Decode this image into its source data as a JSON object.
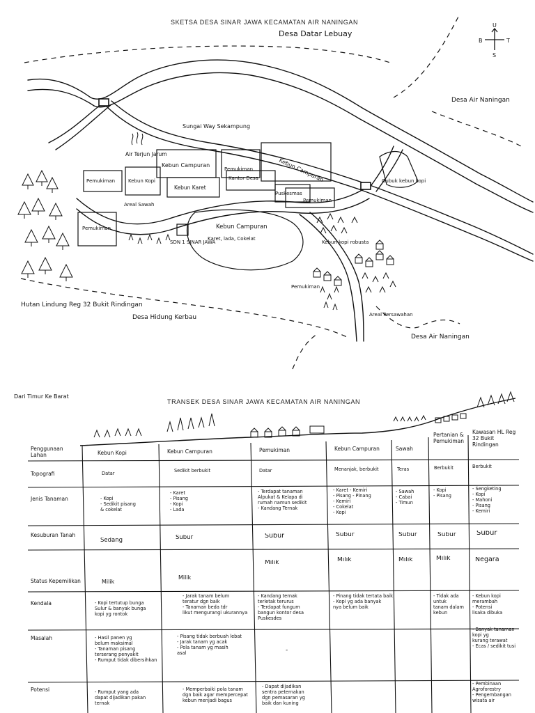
{
  "sketch": {
    "title": "SKETSA DESA SINAR JAWA KECAMATAN AIR NANINGAN",
    "compass": {
      "north": "U",
      "south": "S",
      "west": "B",
      "east": "T"
    },
    "labels": {
      "north_village": "Desa Datar Lebuay",
      "east_village": "Desa Air Naningan",
      "south_east_village": "Desa Air Naningan",
      "south_village": "Desa Hidung Kerbau",
      "river": "Sungai Way Sekampung",
      "waterfall": "Air Terjun Jarum",
      "garden_mixed_1": "Kebun Campuran",
      "garden_mixed_2": "Kebun Campuran",
      "garden_mixed_3": "Kebun Campuran",
      "garden_mixed_3_sub": "Karet, lada, Cokelat",
      "settlement_1": "Pemukiman",
      "settlement_2": "Pemukiman",
      "settlement_3": "Pemukiman",
      "settlement_4": "Pemukiman",
      "settlement_5": "Pemukiman",
      "coffee_garden": "Kebun Kopi",
      "rubber_garden": "Kebun Karet",
      "rice_field": "Areal Sawah",
      "school": "SDN 1 SINAR JAWA",
      "village_office": "Kantor Desa",
      "clinic": "Puskesmas",
      "coffee_shelter": "Gubuk kebun kopi",
      "coffee_robusta": "Kebun kopi robusta",
      "rice_area": "Areal Persawahan",
      "forest": "Hutan Lindung Reg 32 Bukit Rindingan"
    }
  },
  "transect": {
    "direction": "Dari Timur Ke Barat",
    "title": "TRANSEK DESA SINAR JAWA KECAMATAN AIR NANINGAN",
    "columns": [
      "Penggunaan Lahan",
      "Kebun Kopi",
      "Kebun Campuran",
      "Pemukiman",
      "Kebun Campuran",
      "Sawah",
      "Pertanian & Pemukiman",
      "Kawasan HL Reg 32 Bukit Rindingan"
    ],
    "rows": [
      {
        "label": "Topografi",
        "cells": [
          "Datar",
          "Sedikit berbukit",
          "Datar",
          "Menanjak, berbukit",
          "Teras",
          "Berbukit",
          "Berbukit"
        ]
      },
      {
        "label": "Jenis Tanaman",
        "cells": [
          "- Kopi\n- Sedikit pisang\n& cokelat",
          "- Karet\n- Pisang\n- Kopi\n- Lada",
          "- Terdapat tanaman\nAlpukat & Kelapa di\nrumah namun sedikit\n- Kandang Ternak",
          "- Karet  - Kemiri\n- Pisang  - Pinang\n- Kemiri\n- Cokelat\n- Kopi",
          "- Sawah\n- Cabai\n- Timun",
          "- Kopi\n- Pisang",
          "- Sengketing\n- Kopi\n- Mahoni\n- Pisang\n- Kemiri"
        ]
      },
      {
        "label": "Kesuburan Tanah",
        "cells": [
          "Sedang",
          "Subur",
          "Subur",
          "Subur",
          "Subur",
          "Subur",
          "Subur"
        ]
      },
      {
        "label": "Status Kepemilikan",
        "cells": [
          "Milik",
          "Milik",
          "Milik",
          "Milik",
          "Milik",
          "Milik",
          "Negara"
        ]
      },
      {
        "label": "Kendala",
        "cells": [
          "- Kopi tertutup bunga\nSulur & banyak bunga\nkopi yg rontok",
          "- Jarak tanam belum\nteratur dgn baik\n- Tanaman beda tdr\nlikut mengurangi ukurannya",
          "- Kandang ternak\nterletak terurus\n- Terdapat fungum\nbangun kontor desa\nPuskesdes",
          "- Pinang tidak tertata baik\n- Kopi yg ada banyak\nnya belum baik",
          "",
          "- Tidak ada untuk\ntanam dalam\nkebun",
          "- Kebun kopi\nmerambah\n- Potensi\nlisaka dibuka"
        ]
      },
      {
        "label": "Masalah",
        "cells": [
          "- Hasil panen yg\nbelum maksimal\n- Tanaman pisang\nterserang penyakit\n- Rumput tidak dibersihkan",
          "- Pisang tidak berbuah lebat\n- Jarak tanam yg acak\n- Pola tanam yg masih\nasal",
          "-",
          "",
          "",
          "",
          "- Banyak tanaman kopi yg\nkurang terawat\n- Ecas / sedikit tusi"
        ]
      },
      {
        "label": "Potensi",
        "cells": [
          "- Rumput yang ada\ndapat dijadikan pakan\nternak",
          "- Memperbaiki pola tanam\ndgn baik agar mempercepat\nkebun menjadi bagus",
          "- Dapat dijadikan\nsentra peternakan\ndgn pemasaran yg\nbaik dan kuning",
          "",
          "",
          "",
          "- Pembinaan\nAgroforestry\n- Pengembangan\nwisata air"
        ]
      }
    ]
  }
}
